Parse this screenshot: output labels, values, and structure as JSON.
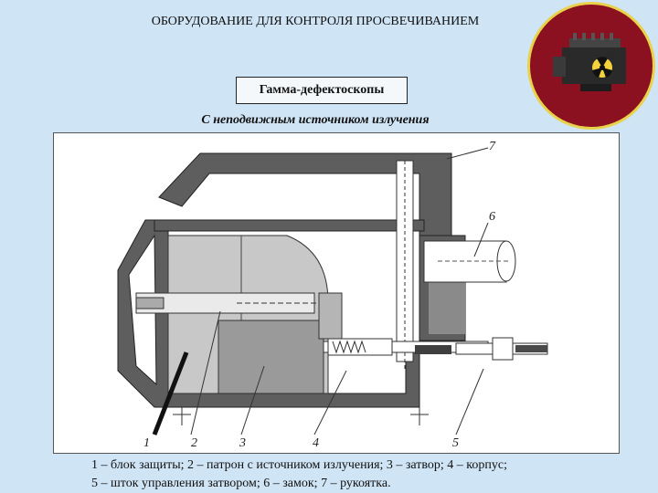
{
  "header": {
    "title": "ОБОРУДОВАНИЕ ДЛЯ КОНТРОЛЯ ПРОСВЕЧИВАНИЕМ",
    "subtitle": "Гамма-дефектоскопы",
    "caption": "С неподвижным источником излучения"
  },
  "diagram": {
    "callouts": [
      "1",
      "2",
      "3",
      "4",
      "5",
      "6",
      "7"
    ]
  },
  "legend": {
    "line1": "1 – блок защиты; 2 – патрон с источником излучения; 3 – затвор; 4 – корпус;",
    "line2": "5 – шток управления затвором; 6 – замок; 7 – рукоятка."
  },
  "colors": {
    "background": "#cfe4f5",
    "metal_dark": "#5e5e5e",
    "metal_light": "#c8c8c8",
    "badge_red": "#8b1020",
    "badge_ring": "#e8d24a"
  },
  "icons": {
    "badge": "gamma-defectoscope-device-icon"
  }
}
